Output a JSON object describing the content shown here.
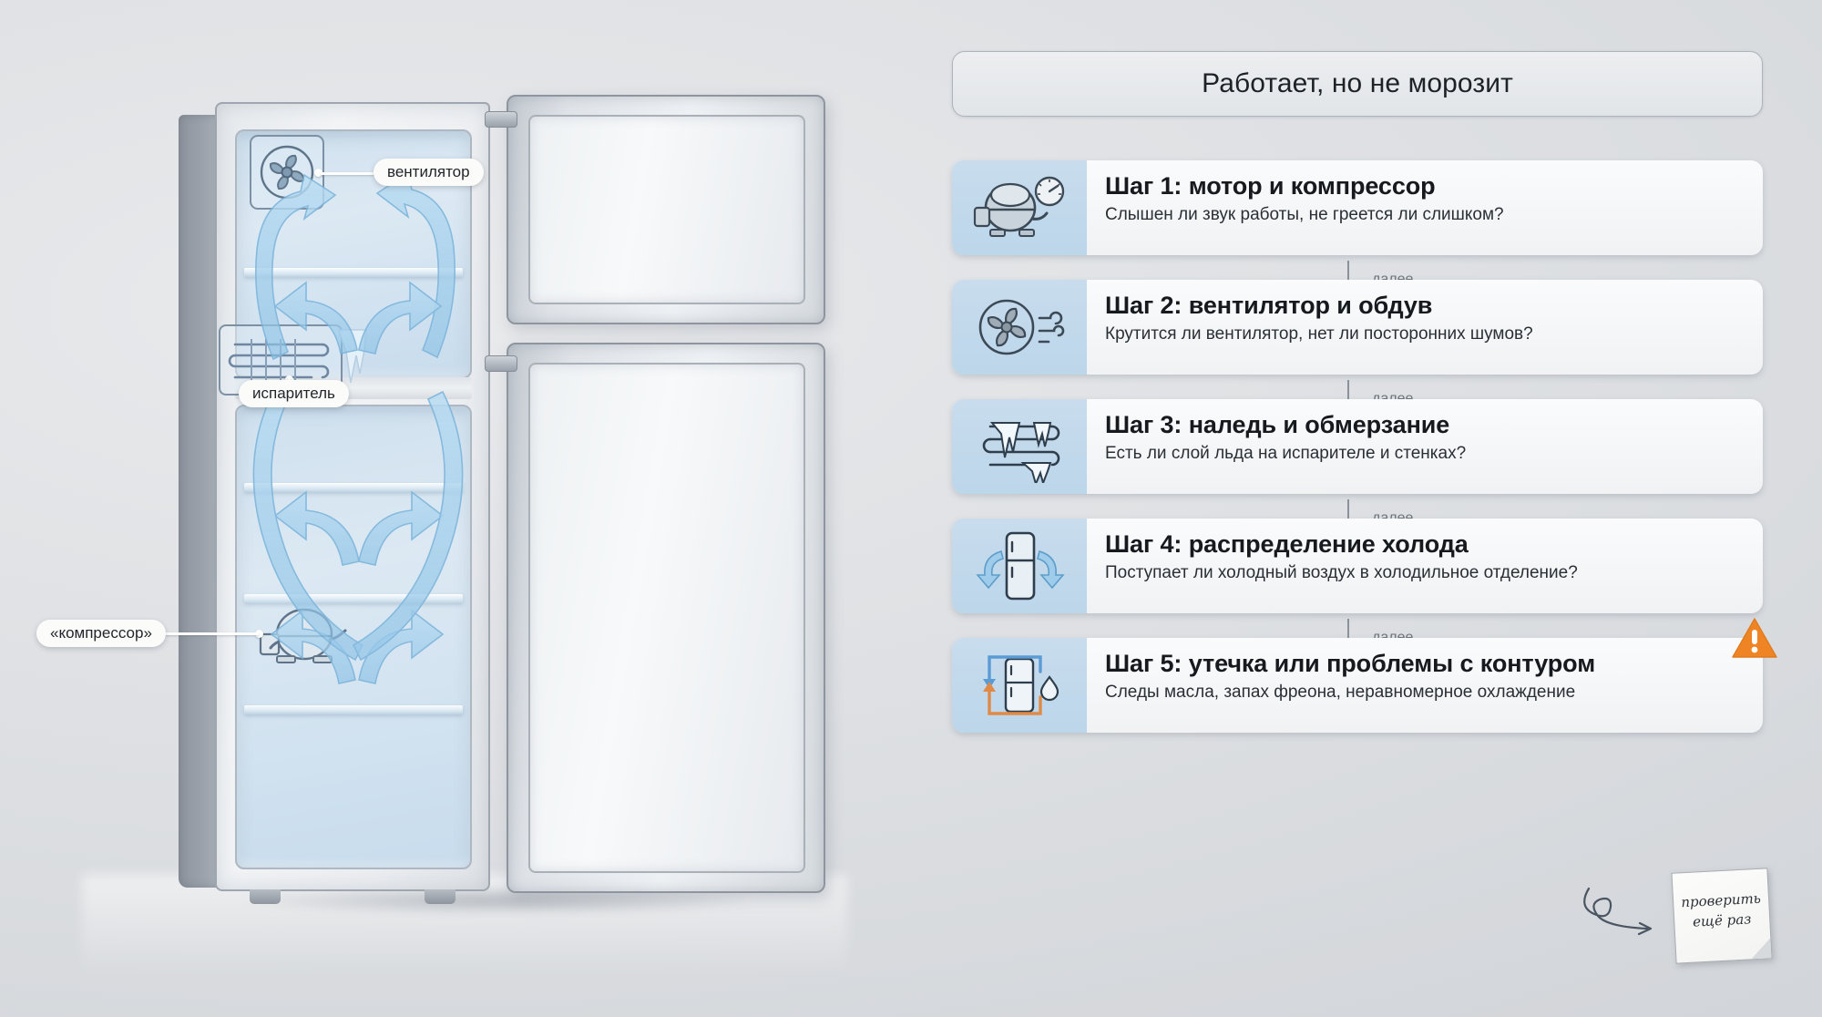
{
  "colors": {
    "background": "#d9dbde",
    "icon_panel": "#c8dced",
    "card": "#f6f8f9",
    "title_text": "#1d2227",
    "warning": "#ef8425",
    "circuit_cold": "#5b9bd5",
    "circuit_warm": "#e08a48",
    "airflow": "#9fcbe8"
  },
  "header": {
    "title": "Работает, но не морозит"
  },
  "illustration": {
    "alt_name": "refrigerator-cutaway",
    "callouts": [
      {
        "id": "fan",
        "label": "вентилятор"
      },
      {
        "id": "evaporator",
        "label": "испаритель"
      },
      {
        "id": "compressor",
        "label": "«компрессор»"
      }
    ]
  },
  "steps": [
    {
      "icon": "compressor-gauge-icon",
      "title": "Шаг 1: мотор и компрессор",
      "subtitle": "Слышен ли звук работы, не греется ли слишком?",
      "warning": false
    },
    {
      "icon": "fan-airflow-icon",
      "title": "Шаг 2: вентилятор и обдув",
      "subtitle": "Крутится ли вентилятор, нет ли посторонних шумов?",
      "warning": false
    },
    {
      "icon": "iced-evaporator-icon",
      "title": "Шаг 3: наледь и обмерзание",
      "subtitle": "Есть ли слой льда на испарителе и стенках?",
      "warning": false
    },
    {
      "icon": "fridge-airflow-icon",
      "title": "Шаг 4: распределение холода",
      "subtitle": "Поступает ли холодный воздух в холодильное отделение?",
      "warning": false
    },
    {
      "icon": "refrigerant-circuit-leak-icon",
      "title": "Шаг 5: утечка или проблемы с контуром",
      "subtitle": "Следы масла, запах фреона, неравномерное охлаждение",
      "warning": true
    }
  ],
  "connectors": [
    {
      "label": "далее"
    },
    {
      "label": "далее"
    },
    {
      "label": "далее"
    },
    {
      "label": "далее"
    }
  ],
  "sticky_note": {
    "line1": "проверить",
    "line2": "ещё раз"
  }
}
